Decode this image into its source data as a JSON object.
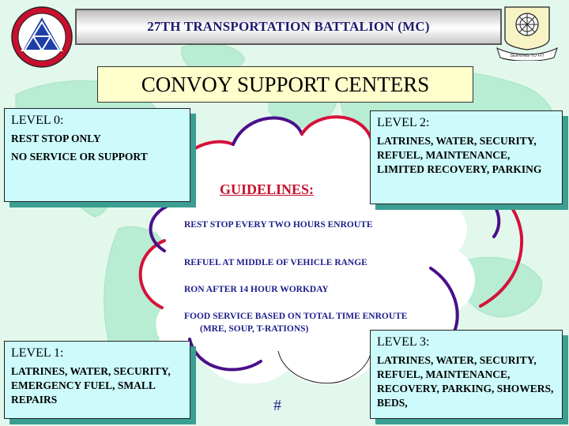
{
  "header": {
    "title": "27TH TRANSPORTATION BATTALION (MC)",
    "right_logo_motto": "SERVING TO FIT"
  },
  "main_title": "CONVOY SUPPORT CENTERS",
  "levels": {
    "level0": {
      "title": "LEVEL 0:",
      "lines": [
        "REST STOP ONLY",
        "NO SERVICE OR SUPPORT"
      ]
    },
    "level1": {
      "title": "LEVEL 1:",
      "description": "LATRINES, WATER, SECURITY, EMERGENCY FUEL, SMALL REPAIRS"
    },
    "level2": {
      "title": "LEVEL 2:",
      "description": "LATRINES, WATER, SECURITY, REFUEL, MAINTENANCE, LIMITED RECOVERY, PARKING"
    },
    "level3": {
      "title": "LEVEL 3:",
      "description": "LATRINES, WATER, SECURITY, REFUEL, MAINTENANCE, RECOVERY, PARKING, SHOWERS, BEDS,"
    }
  },
  "guidelines": {
    "title": "GUIDELINES:",
    "items": [
      "REST STOP EVERY TWO HOURS ENROUTE",
      "REFUEL AT MIDDLE OF VEHICLE RANGE",
      "RON AFTER 14 HOUR WORKDAY",
      "FOOD SERVICE BASED ON TOTAL TIME ENROUTE",
      "(MRE, SOUP, T-RATIONS)"
    ]
  },
  "footer": {
    "slide_number": "#"
  },
  "colors": {
    "background": "#dff7ea",
    "map_land": "#b6ecd2",
    "title_box": "#ffffcc",
    "level_box": "#cdfbfb",
    "level_shadow": "#3a9f92",
    "guidelines_title": "#c8102e",
    "guideline_text": "#1c1c8c",
    "cloud_red": "#d6123a",
    "cloud_purple": "#4b0f8a",
    "header_text": "#1f1b6e"
  }
}
